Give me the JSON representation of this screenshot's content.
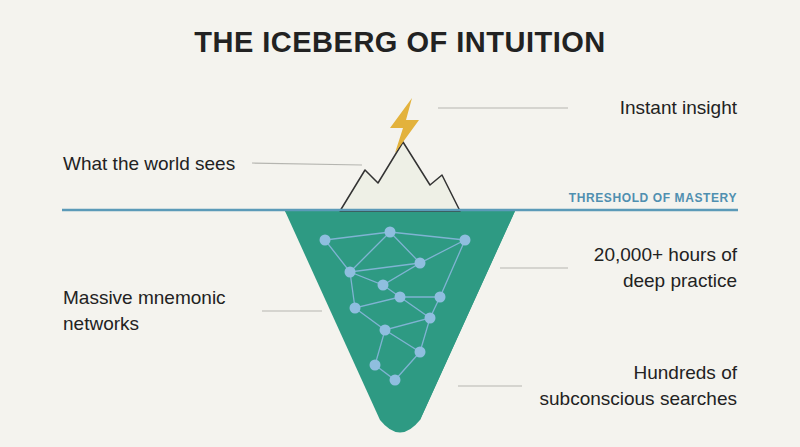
{
  "diagram": {
    "title": "THE ICEBERG OF INTUITION",
    "labels": [
      "Instant insight",
      "What the world sees",
      "THRESHOLD OF MASTERY",
      "20,000+ hours of deep practice",
      "Massive mnemonic networks",
      "Hundreds of subconscious searches"
    ]
  }
}
